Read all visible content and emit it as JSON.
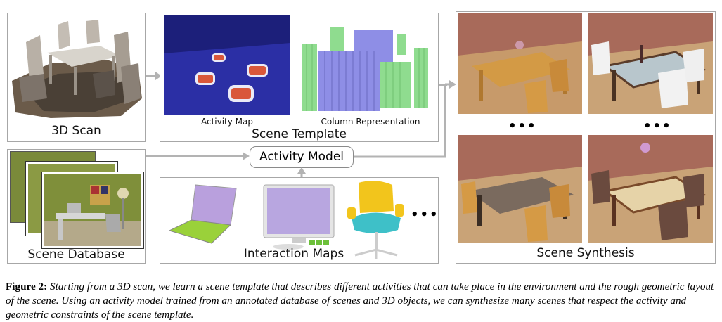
{
  "panels": {
    "scan_label": "3D Scan",
    "template_label": "Scene Template",
    "activity_map_label": "Activity Map",
    "column_rep_label": "Column Representation",
    "database_label": "Scene Database",
    "activity_model_label": "Activity Model",
    "interaction_label": "Interaction Maps",
    "synthesis_label": "Scene Synthesis",
    "ellipsis": "•••"
  },
  "caption": {
    "figure_label": "Figure 2:",
    "text": "Starting from a 3D scan, we learn a scene template that describes different activities that can take place in the environment and the rough geometric layout of the scene. Using an activity model trained from an annotated database of scenes and 3D objects, we can synthesize many scenes that respect the activity and geometric constraints of the scene template."
  },
  "colors": {
    "arrow": "#b3b3b3",
    "panel_border": "#a7a7a7",
    "activity_blue": "#2b2fa5",
    "column_green": "#8fdc8f",
    "column_purple": "#8e8ee6"
  }
}
